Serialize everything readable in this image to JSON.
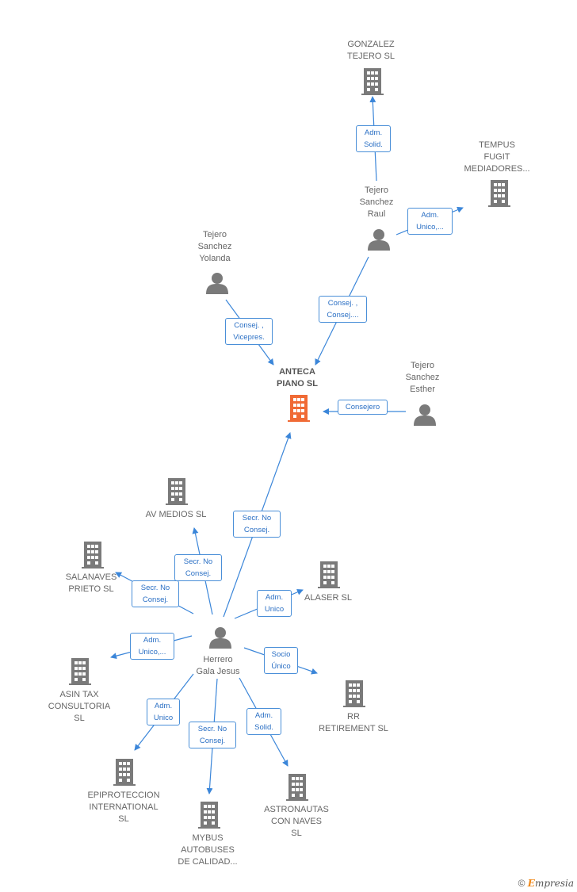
{
  "colors": {
    "edge": "#3b86d9",
    "person": "#7a7a7a",
    "company": "#7a7a7a",
    "focus": "#f06a35"
  },
  "nodes": {
    "gonzalez": {
      "label": "GONZALEZ\nTEJERO  SL",
      "type": "company"
    },
    "tempus": {
      "label": "TEMPUS\nFUGIT\nMEDIADORES...",
      "type": "company"
    },
    "raul": {
      "label": "Tejero\nSanchez\nRaul",
      "type": "person"
    },
    "yolanda": {
      "label": "Tejero\nSanchez\nYolanda",
      "type": "person"
    },
    "antecA": {
      "label": "ANTECA\nPIANO  SL",
      "type": "focus"
    },
    "esther": {
      "label": "Tejero\nSanchez\nEsther",
      "type": "person"
    },
    "avmedios": {
      "label": "AV MEDIOS SL",
      "type": "company"
    },
    "salanaves": {
      "label": "SALANAVES\nPRIETO  SL",
      "type": "company"
    },
    "alaser": {
      "label": "ALASER SL",
      "type": "company"
    },
    "herrero": {
      "label": "Herrero\nGala Jesus",
      "type": "person"
    },
    "asintax": {
      "label": "ASIN TAX\nCONSULTORIA\nSL",
      "type": "company"
    },
    "rr": {
      "label": "RR\nRETIREMENT SL",
      "type": "company"
    },
    "epiproteccion": {
      "label": "EPIPROTECCION\nINTERNATIONAL\nSL",
      "type": "company"
    },
    "astronautas": {
      "label": "ASTRONAUTAS\nCON NAVES\nSL",
      "type": "company"
    },
    "mybus": {
      "label": "MYBUS\nAUTOBUSES\nDE CALIDAD...",
      "type": "company"
    }
  },
  "edges": {
    "raul_gonzalez": "Adm.\nSolid.",
    "raul_tempus": "Adm.\nUnico,...",
    "raul_anteca": "Consej. ,\nConsej....",
    "yolanda_anteca": "Consej. ,\nVicepres.",
    "esther_anteca": "Consejero",
    "herrero_anteca": "Secr.  No\nConsej.",
    "herrero_avmedios": "Secr.  No\nConsej.",
    "herrero_salanaves": "Secr.  No\nConsej.",
    "herrero_alaser": "Adm.\nUnico",
    "herrero_asintax": "Adm.\nUnico,...",
    "herrero_rr": "Socio\nÚnico",
    "herrero_epiproteccion": "Adm.\nUnico",
    "herrero_mybus": "Secr.  No\nConsej.",
    "herrero_astronautas": "Adm.\nSolid."
  },
  "footer": {
    "copyright": "©",
    "brand_initial": "E",
    "brand_rest": "mpresia"
  }
}
